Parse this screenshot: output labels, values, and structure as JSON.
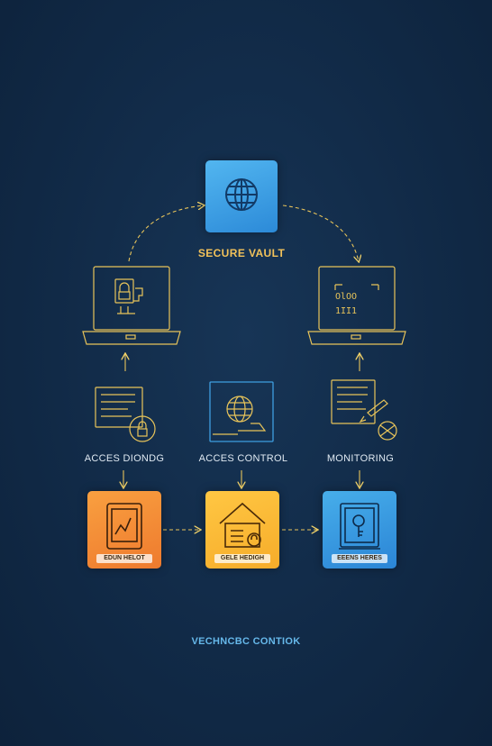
{
  "diagram": {
    "top_node": {
      "label": "SECURE VAULT",
      "icon": "globe-icon"
    },
    "left_laptop": {
      "icon": "laptop-lock-icon"
    },
    "right_laptop": {
      "icon": "laptop-binary-icon"
    },
    "middle_row": [
      {
        "id": "access-decoding",
        "label": "ACCES DIONDG",
        "icon": "document-lock-icon"
      },
      {
        "id": "access-control",
        "label": "ACCES CONTROL",
        "icon": "globe-hand-icon"
      },
      {
        "id": "monitoring",
        "label": "MONITORING",
        "icon": "document-key-icon"
      }
    ],
    "bottom_row": [
      {
        "id": "tile-left",
        "caption": "EDUN HELOT",
        "icon": "device-chart-icon",
        "color": "#f08a35"
      },
      {
        "id": "tile-middle",
        "caption": "GELE HEDIGH",
        "icon": "house-lock-icon",
        "color": "#fbb937"
      },
      {
        "id": "tile-right",
        "caption": "EEENS HERES",
        "icon": "safe-key-icon",
        "color": "#3d9ee2"
      }
    ],
    "footer": "VECHNCBC CONTIOK",
    "colors": {
      "line": "#e8c45a",
      "arrow": "#f2d36a",
      "background": "#112a47",
      "label_gold": "#f2c25a",
      "footer": "#66b8ea"
    }
  }
}
